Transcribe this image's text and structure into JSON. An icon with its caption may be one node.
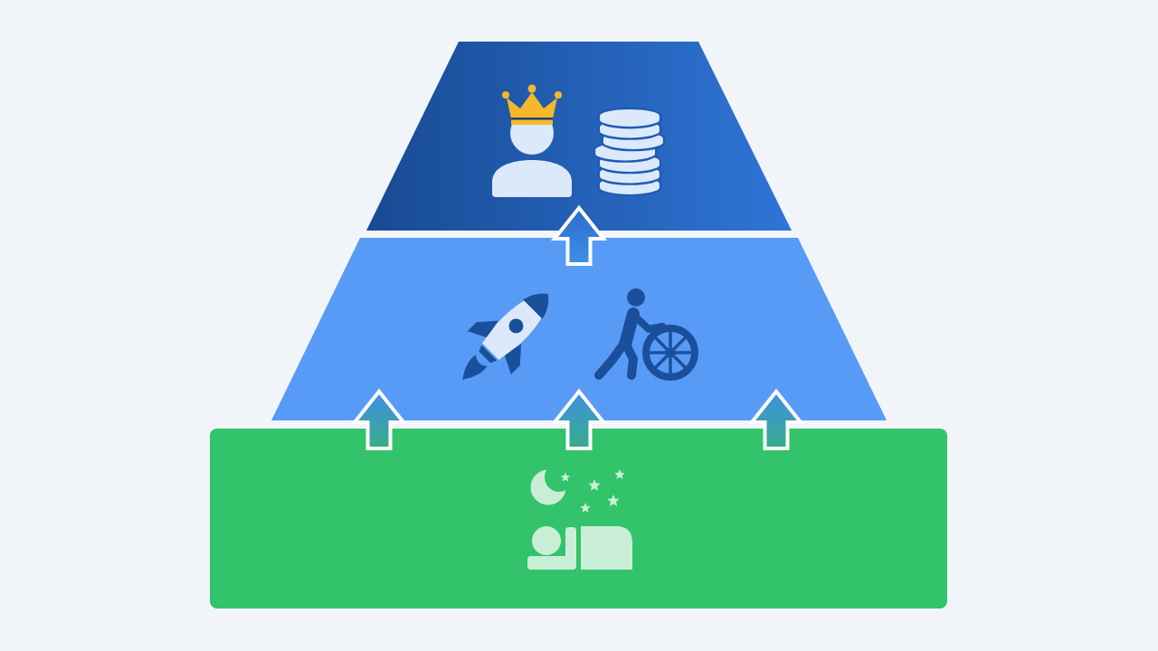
{
  "diagram": {
    "nodes": [
      {
        "text": [],
        "shape": "trapezoid"
      },
      {
        "text": [],
        "shape": "trapezoid"
      },
      {
        "text": [],
        "shape": "box"
      }
    ],
    "edges": [
      {
        "from": 1,
        "to": 0,
        "arrow": "to"
      },
      {
        "from": 2,
        "to": 1,
        "arrow": "to"
      },
      {
        "from": 2,
        "to": 1,
        "arrow": "to"
      },
      {
        "from": 2,
        "to": 1,
        "arrow": "to"
      }
    ]
  }
}
